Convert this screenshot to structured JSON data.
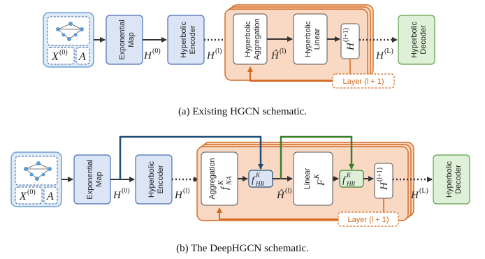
{
  "panel_a": {
    "input_matrix_label": "X",
    "input_matrix_sup": "(0)",
    "adjacency_label": "A",
    "exp_map": [
      "Exponential",
      "Map"
    ],
    "encoder": [
      "Hyperbolic",
      "Encoder"
    ],
    "aggregation": [
      "Hyperbolic",
      "Aggregation"
    ],
    "linear": [
      "Hyperbolic",
      "Linear"
    ],
    "decoder": [
      "Hyperbolic",
      "Decoder"
    ],
    "h0": "H",
    "h0_sup": "(0)",
    "hl": "H",
    "hl_sup": "(l)",
    "hhat": "Ĥ",
    "hhat_sup": "(l)",
    "hl1": "H",
    "hl1_sup": "(l+1)",
    "hL": "H",
    "hL_sup": "(L)",
    "layer": "Layer (l + 1)",
    "caption": "(a) Existing HGCN schematic."
  },
  "panel_b": {
    "input_matrix_label": "X",
    "input_matrix_sup": "(0)",
    "adjacency_label": "A",
    "exp_map": [
      "Exponential",
      "Map"
    ],
    "encoder": [
      "Hyperbolic",
      "Encoder"
    ],
    "aggregation_word": "Aggregation",
    "fna": "f",
    "fna_sup": "K",
    "fna_sub": "NA",
    "fhr": "f",
    "fhr_sup": "K",
    "fhr_sub": "HR",
    "linear_word": "Linear",
    "fk": "F",
    "fk_sup": "K",
    "decoder": [
      "Hyperbolic",
      "Decoder"
    ],
    "h0": "H",
    "h0_sup": "(0)",
    "hl": "H",
    "hl_sup": "(l)",
    "hhat": "Ĥ",
    "hhat_sup": "(l)",
    "hl1": "H",
    "hl1_sup": "(l+1)",
    "hL": "H",
    "hL_sup": "(L)",
    "layer": "Layer (l + 1)",
    "caption": "(b) The DeepHGCN schematic."
  },
  "colors": {
    "blue_fill": "#dbe5f5",
    "blue_stroke": "#4a6fb5",
    "input_fill": "#ddeaf7",
    "orange_fill": "#fad9c4",
    "orange_stroke": "#d2691e",
    "green_fill": "#dff0d8",
    "green_stroke": "#5e9e4a",
    "skip_blue": "#1f4e79",
    "skip_green": "#3a7d2c"
  }
}
